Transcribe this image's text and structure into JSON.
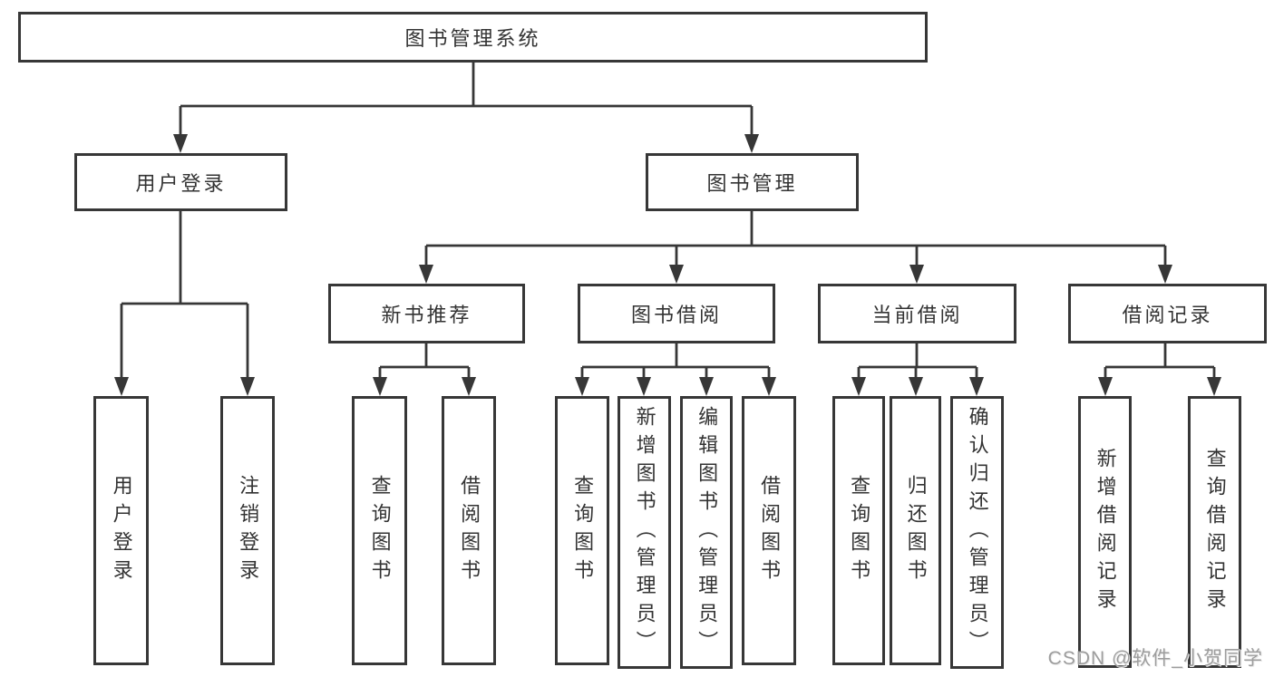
{
  "diagram": {
    "root": {
      "label": "图书管理系统"
    },
    "level2": {
      "user_login": {
        "label": "用户登录"
      },
      "book_mgmt": {
        "label": "图书管理"
      }
    },
    "level3": {
      "new_book_rec": {
        "label": "新书推荐"
      },
      "book_borrow": {
        "label": "图书借阅"
      },
      "current_borrow": {
        "label": "当前借阅"
      },
      "borrow_record": {
        "label": "借阅记录"
      }
    },
    "leaves": {
      "user_login": {
        "label": "用户登录"
      },
      "logout": {
        "label": "注销登录"
      },
      "rec_query_book": {
        "label": "查询图书"
      },
      "rec_borrow_book": {
        "label": "借阅图书"
      },
      "bb_query_book": {
        "label": "查询图书"
      },
      "bb_add_book": {
        "label": "新增图书（管理员）"
      },
      "bb_edit_book": {
        "label": "编辑图书（管理员）"
      },
      "bb_borrow_book": {
        "label": "借阅图书"
      },
      "cb_query_book": {
        "label": "查询图书"
      },
      "cb_return_book": {
        "label": "归还图书"
      },
      "cb_confirm_return": {
        "label": "确认归还（管理员）"
      },
      "br_add_record": {
        "label": "新增借阅记录"
      },
      "br_query_record": {
        "label": "查询借阅记录"
      }
    },
    "watermark": "CSDN @软件_小贺同学",
    "colors": {
      "background": "#ffffff",
      "line": "#373737",
      "border": "#373737",
      "text": "#333333",
      "watermark": "#9d9d9d"
    }
  }
}
